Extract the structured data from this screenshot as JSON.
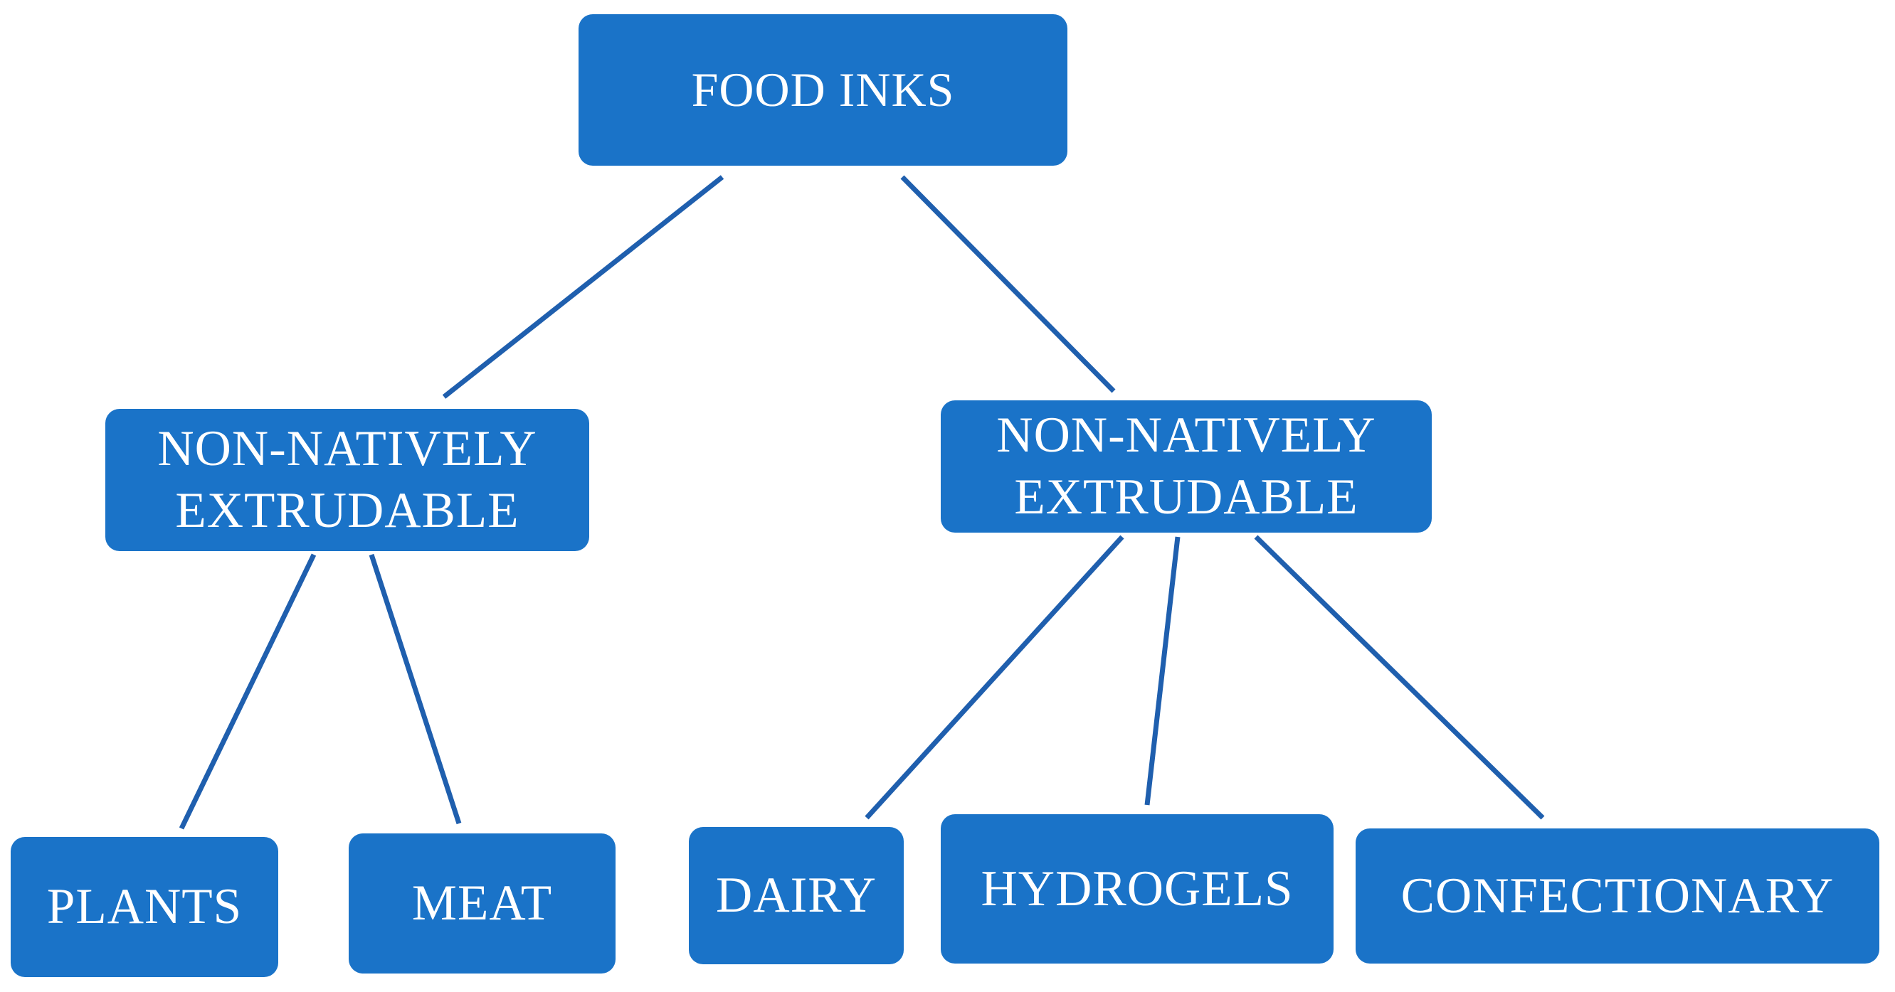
{
  "diagram": {
    "colors": {
      "node_fill": "#1a73c8",
      "node_text": "#ffffff",
      "connector": "#1f5fae",
      "background": "#ffffff"
    },
    "root": {
      "label": "FOOD INKS"
    },
    "level1": [
      {
        "label": "NON-NATIVELY\nEXTRUDABLE"
      },
      {
        "label": "NON-NATIVELY\nEXTRUDABLE"
      }
    ],
    "leaves": [
      {
        "label": "PLANTS"
      },
      {
        "label": "MEAT"
      },
      {
        "label": "DAIRY"
      },
      {
        "label": "HYDROGELS"
      },
      {
        "label": "CONFECTIONARY"
      }
    ],
    "edges": [
      {
        "from": "FOOD INKS",
        "to": "NON-NATIVELY EXTRUDABLE (left)"
      },
      {
        "from": "FOOD INKS",
        "to": "NON-NATIVELY EXTRUDABLE (right)"
      },
      {
        "from": "NON-NATIVELY EXTRUDABLE (left)",
        "to": "PLANTS"
      },
      {
        "from": "NON-NATIVELY EXTRUDABLE (left)",
        "to": "MEAT"
      },
      {
        "from": "NON-NATIVELY EXTRUDABLE (right)",
        "to": "DAIRY"
      },
      {
        "from": "NON-NATIVELY EXTRUDABLE (right)",
        "to": "HYDROGELS"
      },
      {
        "from": "NON-NATIVELY EXTRUDABLE (right)",
        "to": "CONFECTIONARY"
      }
    ]
  }
}
